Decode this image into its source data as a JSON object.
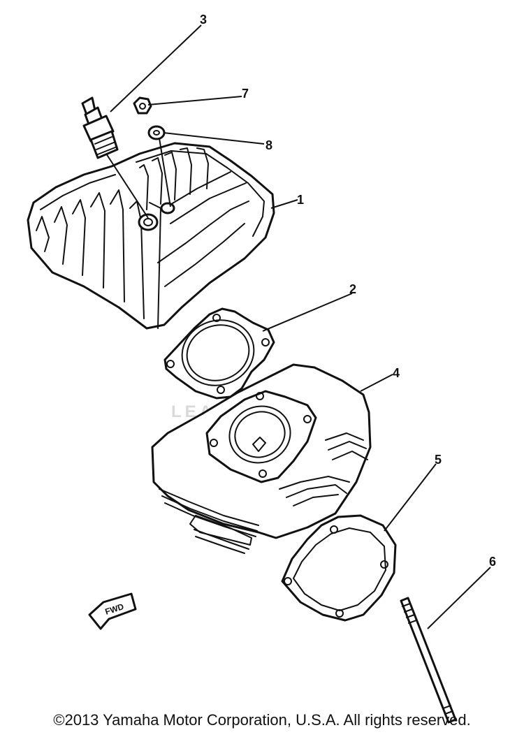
{
  "callouts": [
    {
      "id": "1",
      "text": "1"
    },
    {
      "id": "2",
      "text": "2"
    },
    {
      "id": "3",
      "text": "3"
    },
    {
      "id": "4",
      "text": "4"
    },
    {
      "id": "5",
      "text": "5"
    },
    {
      "id": "6",
      "text": "6"
    },
    {
      "id": "7",
      "text": "7"
    },
    {
      "id": "8",
      "text": "8"
    }
  ],
  "fwd_marker": "FWD",
  "watermark": "LEADVENTURE",
  "copyright": "©2013 Yamaha Motor Corporation, U.S.A. All rights reserved."
}
